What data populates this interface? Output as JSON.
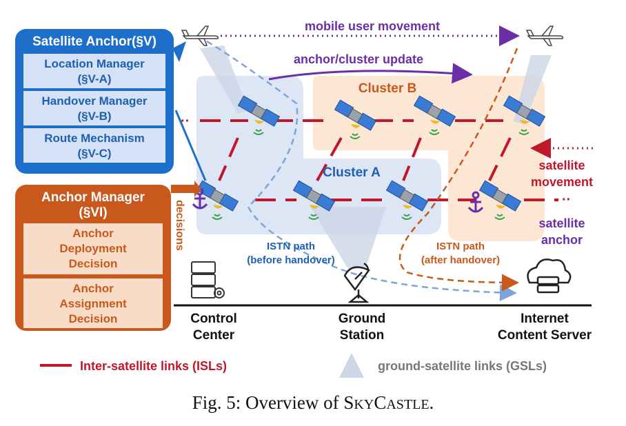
{
  "colors": {
    "isl": "#c0182b",
    "blue_box": "#1e6fc9",
    "blue_box_light": "#d5e2f5",
    "blue_text": "#1e5fb4",
    "orange_box": "#c9581c",
    "orange_box_light": "#f8dcc8",
    "orange_text": "#c9581c",
    "purple": "#6a2fa7",
    "cluster_a_bg": "#dde6f4",
    "cluster_b_bg": "#fbe7d4",
    "gsl": "#cdd6e6",
    "gray_text": "#777777"
  },
  "satellite_anchor_panel": {
    "title": "Satellite Anchor(§V)",
    "items": [
      {
        "line1": "Location Manager",
        "line2": "(§V-A)"
      },
      {
        "line1": "Handover Manager",
        "line2": "(§V-B)"
      },
      {
        "line1": "Route Mechanism",
        "line2": "(§V-C)"
      }
    ]
  },
  "anchor_manager_panel": {
    "title_line1": "Anchor Manager",
    "title_line2": "(§VI)",
    "items": [
      {
        "lines": [
          "Anchor",
          "Deployment",
          "Decision"
        ]
      },
      {
        "lines": [
          "Anchor",
          "Assignment",
          "Decision"
        ]
      }
    ],
    "side_label": "decisions"
  },
  "labels": {
    "mobile_user_movement": "mobile user movement",
    "anchor_cluster_update": "anchor/cluster update",
    "cluster_a": "Cluster A",
    "cluster_b": "Cluster B",
    "satellite_movement_line1": "satellite",
    "satellite_movement_line2": "movement",
    "satellite_anchor_line1": "satellite",
    "satellite_anchor_line2": "anchor",
    "istn_before_line1": "ISTN path",
    "istn_before_line2": "(before handover)",
    "istn_after_line1": "ISTN path",
    "istn_after_line2": "(after handover)",
    "control_center_line1": "Control",
    "control_center_line2": "Center",
    "ground_station_line1": "Ground",
    "ground_station_line2": "Station",
    "content_server_line1": "Internet",
    "content_server_line2": "Content Server"
  },
  "legend": {
    "isl": "Inter-satellite links (ISLs)",
    "gsl": "ground-satellite links (GSLs)"
  },
  "caption": {
    "prefix": "Fig. 5: Overview of S",
    "small1": "KY",
    "mid": "C",
    "small2": "ASTLE",
    "suffix": "."
  },
  "icons": [
    "airplane-icon",
    "satellite-icon",
    "anchor-icon",
    "ground-station-dish-icon",
    "server-gear-icon",
    "cloud-server-icon"
  ]
}
